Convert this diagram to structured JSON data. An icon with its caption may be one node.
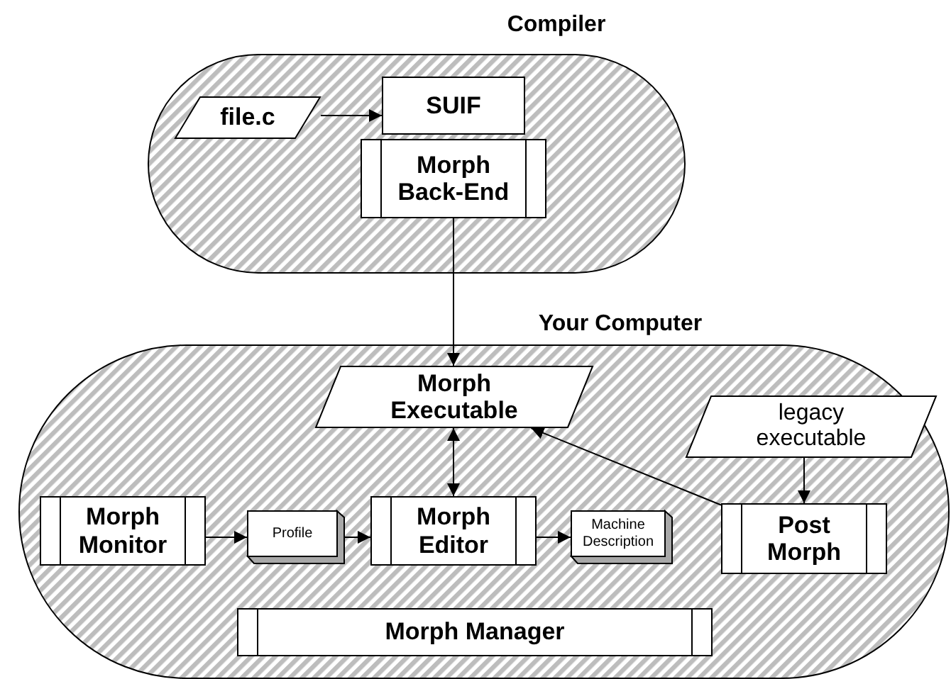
{
  "diagram": {
    "nodes": [
      {
        "text": [
          "Compiler"
        ]
      },
      {
        "text": [
          "file.c"
        ],
        "in": 0
      },
      {
        "text": [
          "SUIF"
        ],
        "in": 0
      },
      {
        "text": [
          "Morph Back-End"
        ],
        "in": 0
      },
      {
        "text": [
          "Your Computer"
        ]
      },
      {
        "text": [
          "Morph Executable"
        ],
        "in": 4
      },
      {
        "text": [
          "legacy executable"
        ],
        "in": 4
      },
      {
        "text": [
          "Morph Monitor"
        ],
        "in": 4
      },
      {
        "text": [
          "Profile"
        ],
        "in": 4
      },
      {
        "text": [
          "Morph Editor"
        ],
        "in": 4
      },
      {
        "text": [
          "Machine Description"
        ],
        "in": 4
      },
      {
        "text": [
          "Post Morph"
        ],
        "in": 4
      },
      {
        "text": [
          "Morph Manager"
        ],
        "in": 4
      }
    ],
    "edges": [
      {
        "from": 1,
        "to": 2,
        "arrow": "to"
      },
      {
        "from": 3,
        "to": 5,
        "arrow": "to"
      },
      {
        "from": 5,
        "to": 9,
        "arrow": "both"
      },
      {
        "from": 7,
        "to": 8,
        "arrow": "to"
      },
      {
        "from": 8,
        "to": 9,
        "arrow": "to"
      },
      {
        "from": 9,
        "to": 10,
        "arrow": "to"
      },
      {
        "from": 6,
        "to": 11,
        "arrow": "to"
      },
      {
        "from": 11,
        "to": 5,
        "arrow": "to"
      }
    ]
  }
}
